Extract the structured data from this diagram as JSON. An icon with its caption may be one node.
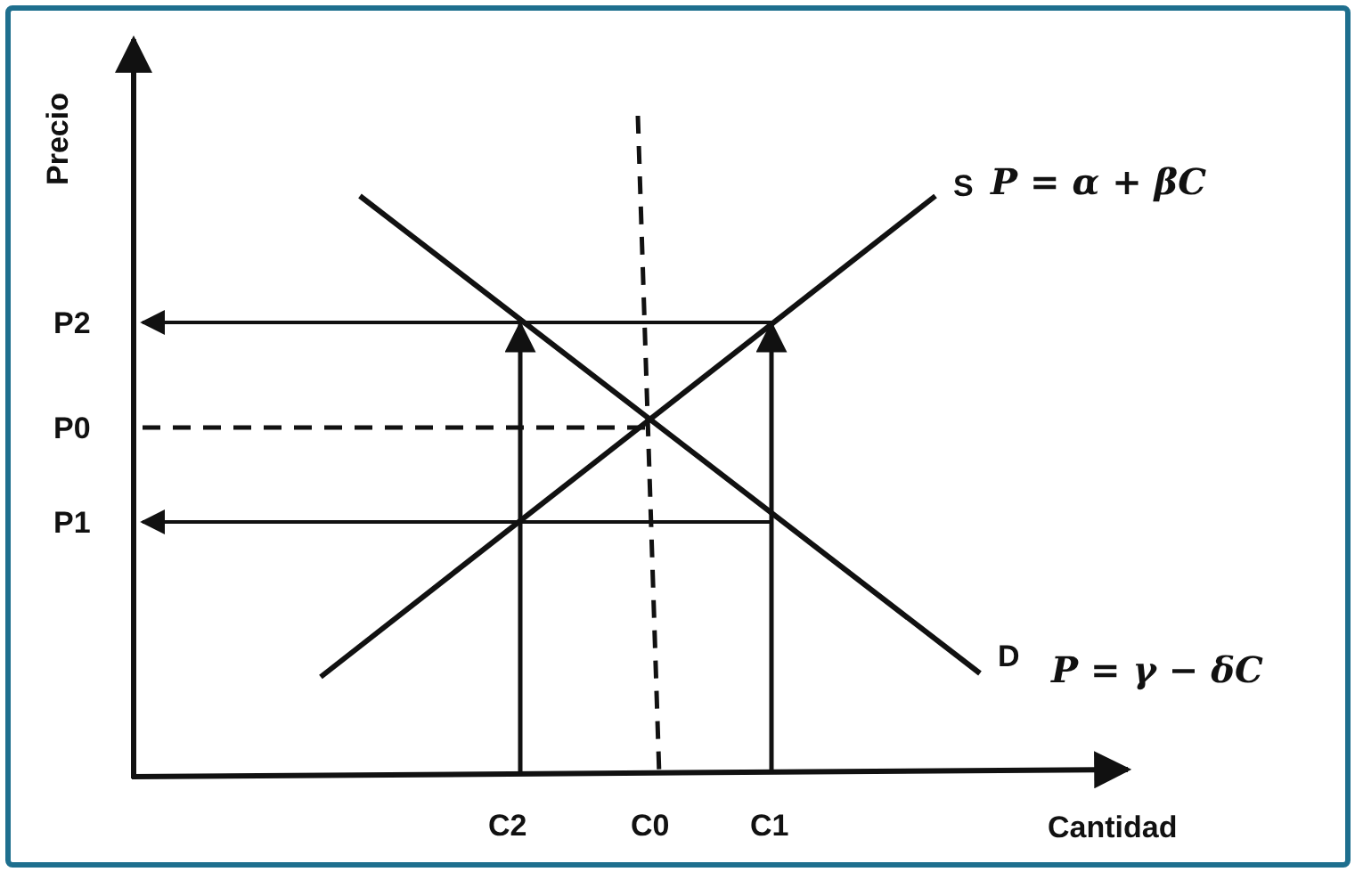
{
  "diagram": {
    "labels": [
      "Precio",
      "S",
      "P = α + βC",
      "P2",
      "P0",
      "P1",
      "D",
      "P = γ − δC",
      "C2",
      "C0",
      "C1",
      "Cantidad"
    ]
  }
}
